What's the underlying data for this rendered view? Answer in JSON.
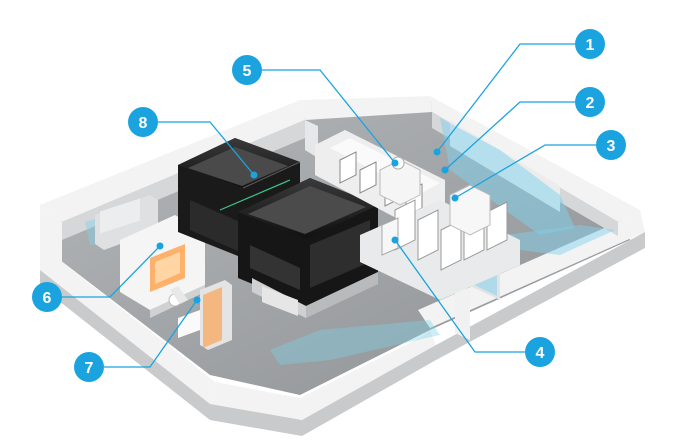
{
  "colors": {
    "accent": "#1aa3de",
    "floor": "#9ea1a4",
    "wall_top": "#f3f3f3",
    "wall_side": "#d6d7d8",
    "machine_black": "#151515",
    "machine_white": "#f7f7f7",
    "glow_water": "#7fd2ec"
  },
  "callouts": [
    {
      "id": "1",
      "label": "1"
    },
    {
      "id": "2",
      "label": "2"
    },
    {
      "id": "3",
      "label": "3"
    },
    {
      "id": "4",
      "label": "4"
    },
    {
      "id": "5",
      "label": "5"
    },
    {
      "id": "6",
      "label": "6"
    },
    {
      "id": "7",
      "label": "7"
    },
    {
      "id": "8",
      "label": "8"
    }
  ]
}
